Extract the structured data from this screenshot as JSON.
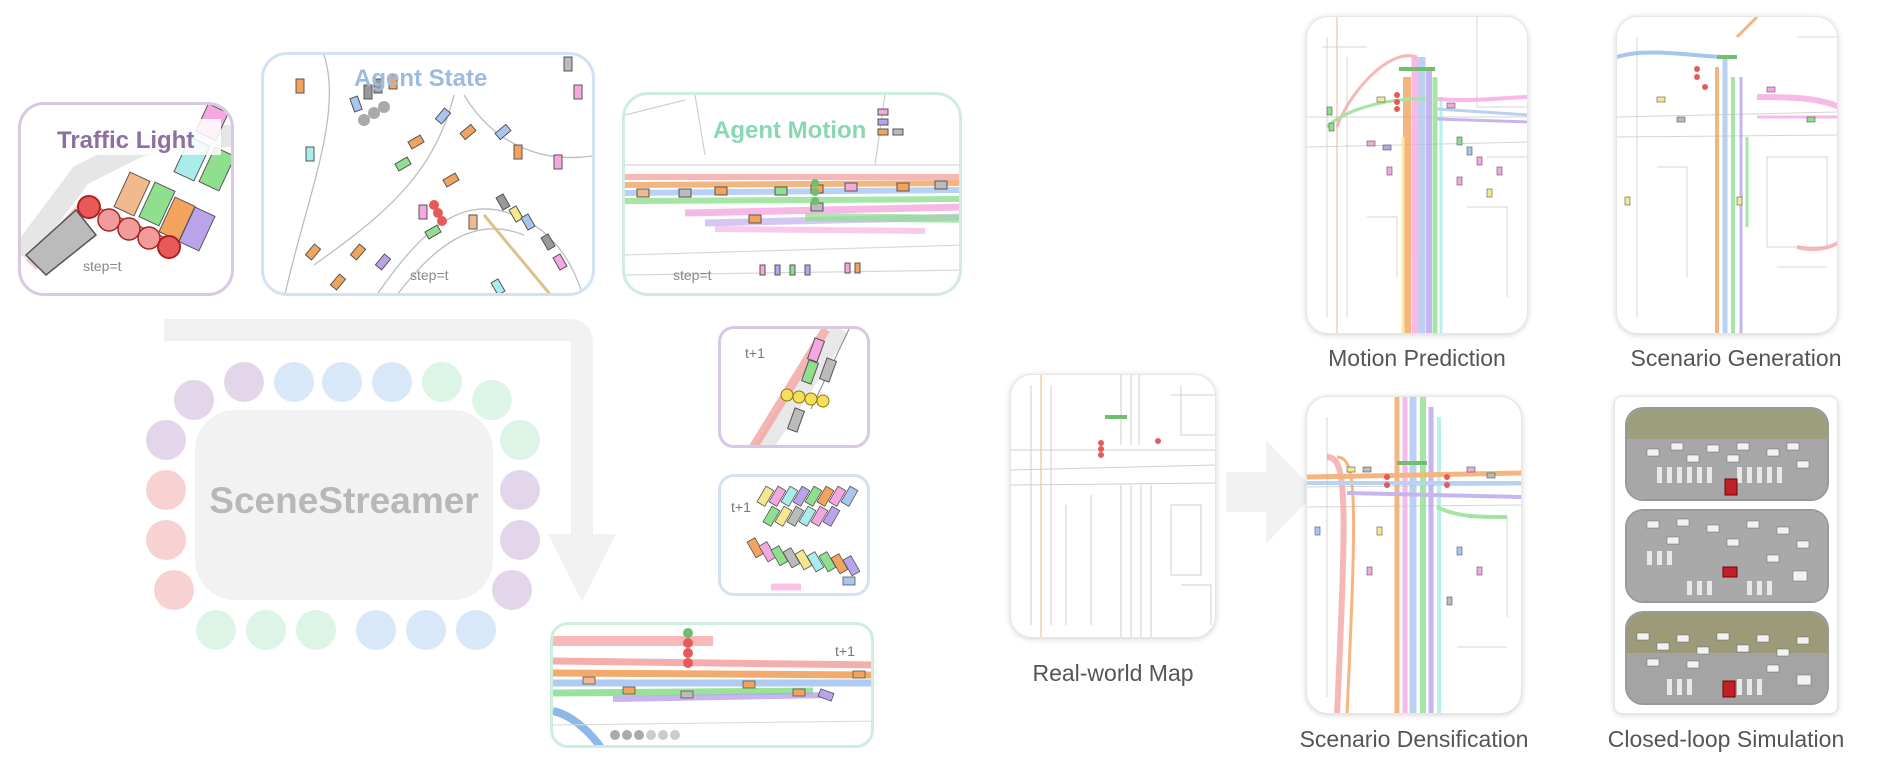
{
  "tokens": {
    "traffic_light": {
      "title": "Traffic Light",
      "step": "step=t"
    },
    "agent_state": {
      "title": "Agent State",
      "step": "step=t"
    },
    "agent_motion": {
      "title": "Agent Motion",
      "step": "step=t"
    }
  },
  "model": {
    "name": "SceneStreamer"
  },
  "next_step": {
    "traffic_light": "t+1",
    "agent_state": "t+1",
    "agent_motion": "t+1"
  },
  "applications": {
    "input": "Real-world Map",
    "motion_prediction": "Motion Prediction",
    "scenario_generation": "Scenario Generation",
    "scenario_densification": "Scenario Densification",
    "closed_loop_simulation": "Closed-loop Simulation"
  },
  "colors": {
    "traffic_light": "#9b7ba8",
    "agent_state": "#a7c4e6",
    "agent_motion": "#8fdcb8",
    "purple_token": "#e3d6ea",
    "blue_token": "#d9e8f8",
    "green_token": "#dcf5e7",
    "red_token": "#f8d2d2"
  }
}
